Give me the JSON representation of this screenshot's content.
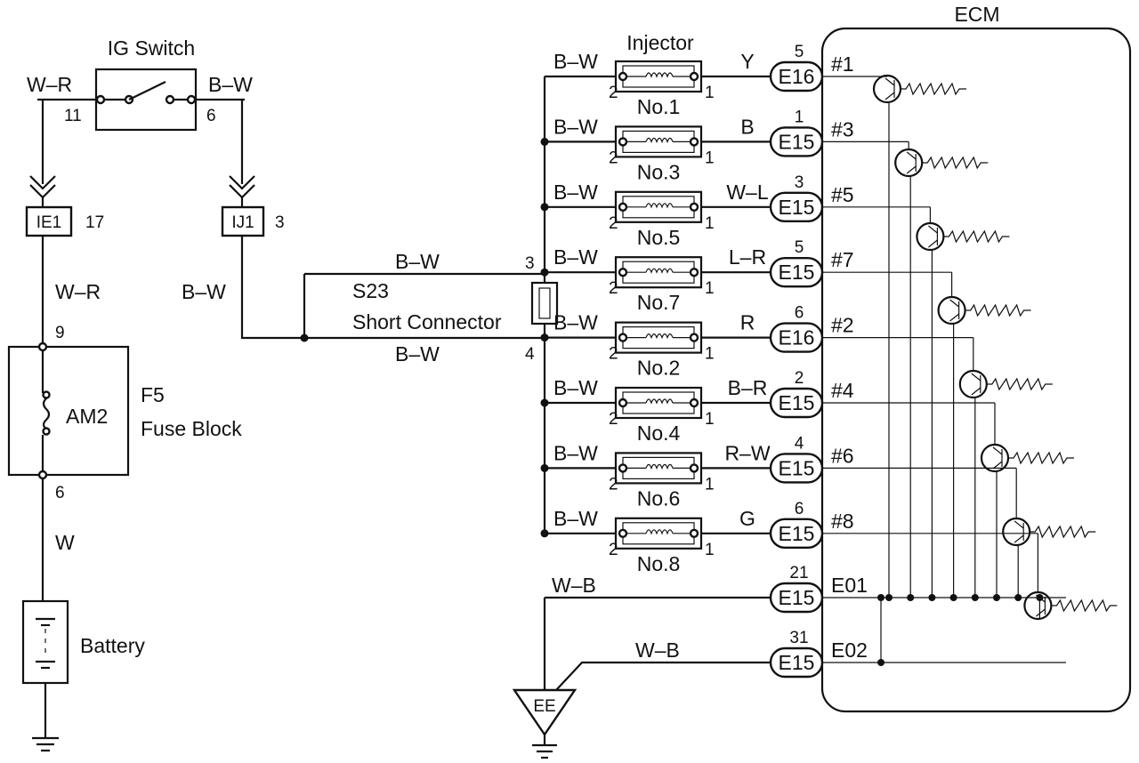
{
  "title": "ECM",
  "ig_switch": {
    "label": "IG Switch",
    "left_wire": "W–R",
    "right_wire": "B–W",
    "pin_left": "11",
    "pin_right": "6"
  },
  "junctions": [
    {
      "code": "IE1",
      "pin": "17"
    },
    {
      "code": "IJ1",
      "pin": "3"
    }
  ],
  "wires_left": {
    "ie1_to_fuse": "W–R",
    "ij1_out": "B–W",
    "fuse_to_battery": "W"
  },
  "fuse_block": {
    "code": "F5",
    "label": "Fuse Block",
    "fuse": "AM2",
    "pin_top": "9",
    "pin_bottom": "6"
  },
  "battery": {
    "label": "Battery"
  },
  "short_connector": {
    "code": "S23",
    "label": "Short Connector",
    "upper_wire": "B–W",
    "lower_wire": "B–W",
    "pin_upper": "3",
    "pin_lower": "4"
  },
  "injector_header": "Injector",
  "injectors": [
    {
      "name": "No.1",
      "in_wire": "B–W",
      "out_wire": "Y",
      "pin_in": "2",
      "pin_out": "1",
      "connector": "E16",
      "ecm_pin": "5",
      "ecm_terminal": "#1"
    },
    {
      "name": "No.3",
      "in_wire": "B–W",
      "out_wire": "B",
      "pin_in": "2",
      "pin_out": "1",
      "connector": "E15",
      "ecm_pin": "1",
      "ecm_terminal": "#3"
    },
    {
      "name": "No.5",
      "in_wire": "B–W",
      "out_wire": "W–L",
      "pin_in": "2",
      "pin_out": "1",
      "connector": "E15",
      "ecm_pin": "3",
      "ecm_terminal": "#5"
    },
    {
      "name": "No.7",
      "in_wire": "B–W",
      "out_wire": "L–R",
      "pin_in": "2",
      "pin_out": "1",
      "connector": "E15",
      "ecm_pin": "5",
      "ecm_terminal": "#7"
    },
    {
      "name": "No.2",
      "in_wire": "B–W",
      "out_wire": "R",
      "pin_in": "2",
      "pin_out": "1",
      "connector": "E16",
      "ecm_pin": "6",
      "ecm_terminal": "#2"
    },
    {
      "name": "No.4",
      "in_wire": "B–W",
      "out_wire": "B–R",
      "pin_in": "2",
      "pin_out": "1",
      "connector": "E15",
      "ecm_pin": "2",
      "ecm_terminal": "#4"
    },
    {
      "name": "No.6",
      "in_wire": "B–W",
      "out_wire": "R–W",
      "pin_in": "2",
      "pin_out": "1",
      "connector": "E15",
      "ecm_pin": "4",
      "ecm_terminal": "#6"
    },
    {
      "name": "No.8",
      "in_wire": "B–W",
      "out_wire": "G",
      "pin_in": "2",
      "pin_out": "1",
      "connector": "E15",
      "ecm_pin": "6",
      "ecm_terminal": "#8"
    }
  ],
  "grounds": [
    {
      "wire": "W–B",
      "connector": "E15",
      "ecm_pin": "21",
      "ecm_terminal": "E01"
    },
    {
      "wire": "W–B",
      "connector": "E15",
      "ecm_pin": "31",
      "ecm_terminal": "E02"
    }
  ],
  "ground_point": "EE"
}
